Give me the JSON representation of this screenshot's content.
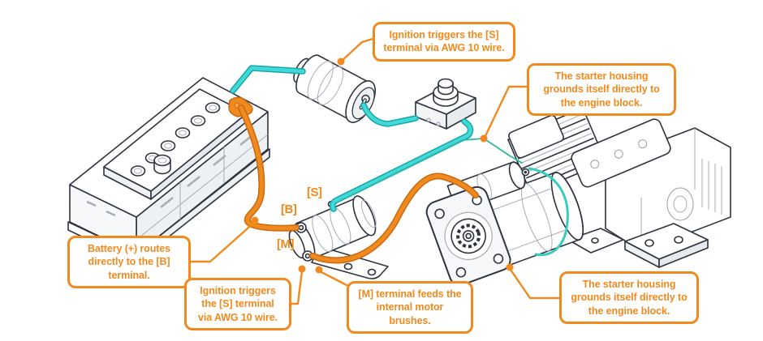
{
  "colors": {
    "accent_orange": "#F08A1E",
    "wire_orange_edge": "#C96A10",
    "wire_cyan": "#41D9D9",
    "wire_cyan_edge": "#18A7A7",
    "wire_teal": "#2AB9A2",
    "line_dark": "#2E343D",
    "line_light": "#A6ADB7"
  },
  "terminals": {
    "s": "[S]",
    "b": "[B]",
    "m": "[M]"
  },
  "components": [
    "battery",
    "ignition-switch",
    "push-button-switch",
    "starter-solenoid",
    "starter-motor",
    "engine-block"
  ],
  "callouts": {
    "ignition_top": {
      "text": "Ignition triggers the [S] terminal via AWG 10 wire."
    },
    "ground_top": {
      "text": "The starter housing grounds itself directly to the engine block."
    },
    "battery_left": {
      "text": "Battery (+) routes directly to the [B] terminal."
    },
    "ignition_bottom": {
      "text": "Ignition triggers the [S] terminal via AWG 10 wire."
    },
    "m_terminal": {
      "text": "[M] terminal feeds the internal motor brushes."
    },
    "ground_bottom": {
      "text": "The starter housing grounds itself directly to the engine block."
    }
  }
}
